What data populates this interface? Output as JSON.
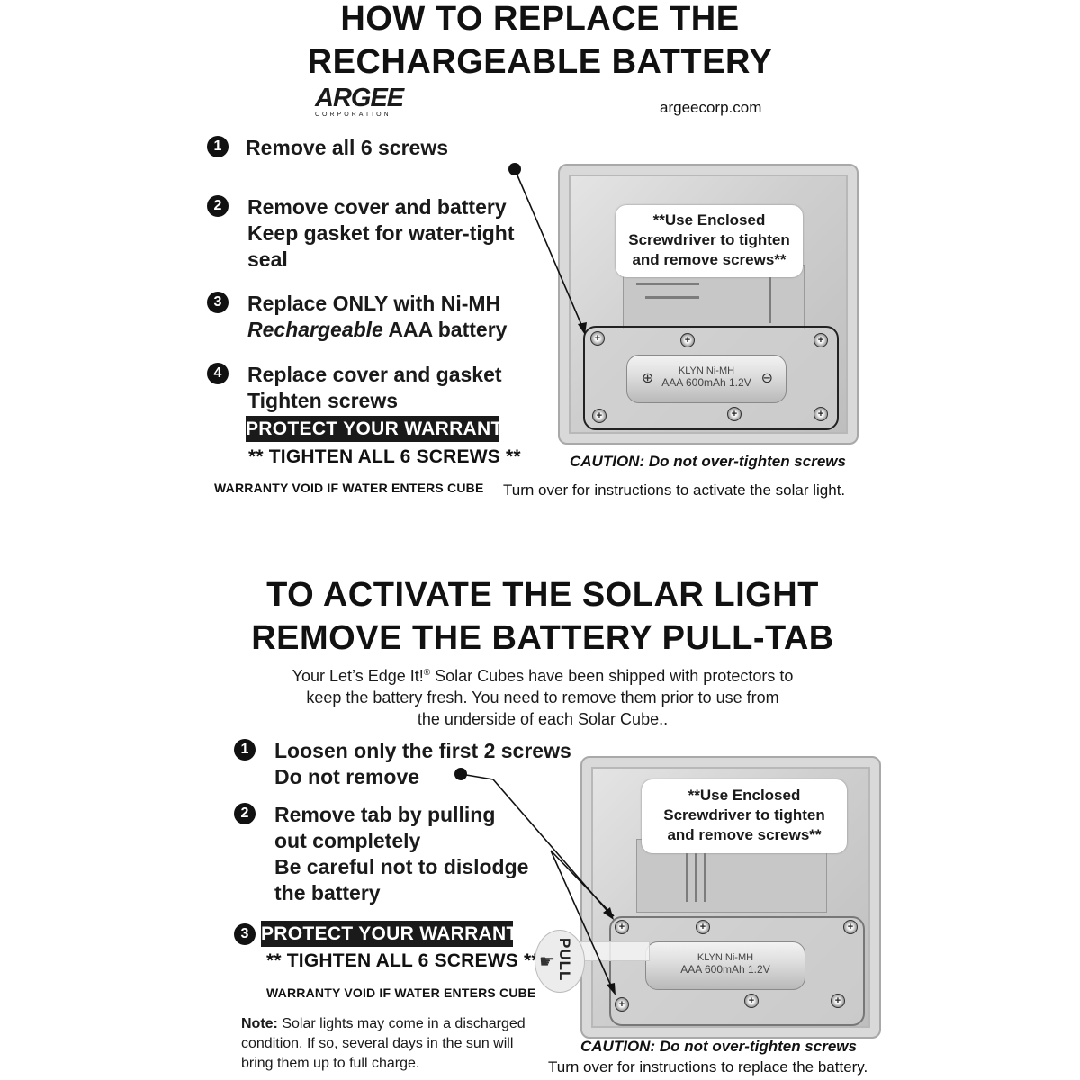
{
  "part1": {
    "title_line1": "HOW TO REPLACE THE",
    "title_line2": "RECHARGEABLE BATTERY",
    "logo": {
      "name": "ARGEE",
      "sub": "CORPORATION"
    },
    "website": "argeecorp.com",
    "steps": [
      {
        "number": "1",
        "lines": [
          "Remove all 6 screws"
        ]
      },
      {
        "number": "2",
        "lines": [
          "Remove cover and battery",
          "Keep gasket for water-tight",
          "seal"
        ]
      },
      {
        "number": "3",
        "line1": "Replace ONLY with Ni-MH",
        "line2_italic": "Rechargeable",
        "line2_rest": " AAA battery"
      },
      {
        "number": "4",
        "lines": [
          "Replace cover and gasket",
          "Tighten screws"
        ]
      }
    ],
    "warranty_banner": "PROTECT YOUR WARRANTY!",
    "tighten": "** TIGHTEN ALL 6 SCREWS **",
    "void": "WARRANTY VOID IF WATER ENTERS CUBE",
    "note_box": [
      "**Use Enclosed",
      "Screwdriver to tighten",
      "and remove screws**"
    ],
    "battery_label": [
      "KLYN Ni-MH",
      "AAA 600mAh 1.2V"
    ],
    "caution": "CAUTION: Do not over-tighten screws",
    "turn_over": "Turn over for instructions to activate the solar light."
  },
  "part2": {
    "title_line1": "TO ACTIVATE THE SOLAR LIGHT",
    "title_line2": "REMOVE THE BATTERY PULL-TAB",
    "intro_pre": "Your Let’s Edge It!",
    "intro_reg": "®",
    "intro_post": " Solar Cubes have been shipped with protectors to",
    "intro_line2": "keep the battery fresh.  You need to remove them prior to use from",
    "intro_line3": "the underside of each Solar Cube..",
    "steps": [
      {
        "number": "1",
        "lines": [
          "Loosen only the first 2 screws",
          "Do not remove"
        ]
      },
      {
        "number": "2",
        "lines": [
          "Remove tab by pulling",
          "out completely",
          "Be careful not to dislodge",
          "the battery"
        ]
      },
      {
        "number": "3"
      }
    ],
    "warranty_banner": "PROTECT YOUR WARRANTY!",
    "tighten": "** TIGHTEN ALL 6 SCREWS **",
    "void": "WARRANTY VOID IF WATER ENTERS CUBE",
    "pull_label": "PULL",
    "note_box": [
      "**Use Enclosed",
      "Screwdriver to tighten",
      "and remove screws**"
    ],
    "battery_label": [
      "KLYN Ni-MH",
      "AAA 600mAh 1.2V"
    ],
    "note_bold": "Note:",
    "note_rest": " Solar lights may come in a discharged",
    "note_line2": "condition.  If so, several days in the sun will",
    "note_line3": "bring them up to full charge.",
    "caution": "CAUTION: Do not over-tighten screws",
    "turn_over": "Turn over for instructions to replace the battery."
  }
}
